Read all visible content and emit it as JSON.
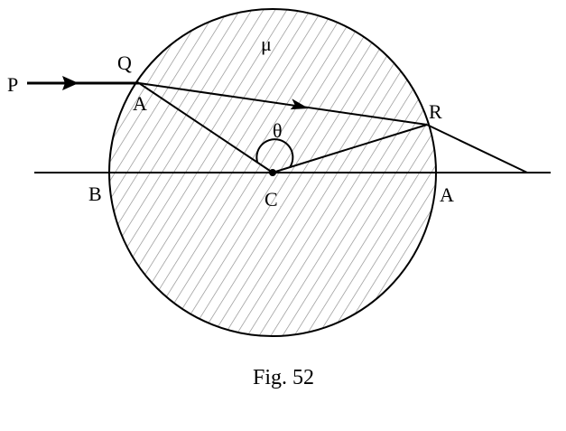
{
  "diagram": {
    "labels": {
      "P": "P",
      "Q": "Q",
      "A_upper": "A",
      "R": "R",
      "theta": "θ",
      "mu": "μ",
      "B": "B",
      "C": "C",
      "A_right": "A"
    },
    "caption": "Fig. 52"
  },
  "colors": {
    "ink": "#000000",
    "hatch": "#8a8a8a",
    "background": "#ffffff"
  }
}
